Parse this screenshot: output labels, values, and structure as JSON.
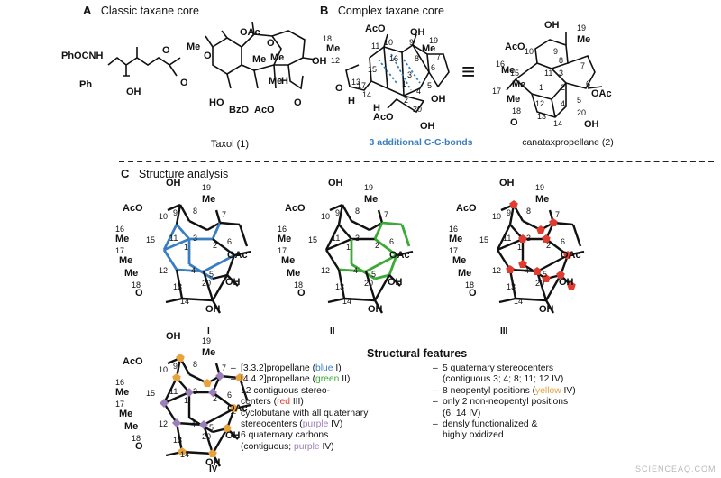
{
  "sectionA": {
    "letter": "A",
    "title": "Classic taxane core",
    "caption": "Taxol (1)"
  },
  "sectionB": {
    "letter": "B",
    "title": "Complex taxane core",
    "bonds_caption": "3 additional C-C-bonds",
    "product_caption": "canataxpropellane (2)"
  },
  "sectionC": {
    "letter": "C",
    "title": "Structure analysis"
  },
  "structure_labels": [
    "I",
    "II",
    "III",
    "IV"
  ],
  "taxol_labels": [
    "PhOCNH",
    "Ph",
    "OH",
    "OAc",
    "Me",
    "Me",
    "Me",
    "Me",
    "OH",
    "H",
    "HO",
    "BzO",
    "AcO",
    "O",
    "O",
    "O",
    "O",
    "O"
  ],
  "complexB_labels": [
    "AcO",
    "OH",
    "18",
    "Me",
    "19",
    "Me",
    "12",
    "11",
    "16",
    "10",
    "9",
    "8",
    "3",
    "15",
    "17",
    "4",
    "5",
    "6",
    "7",
    "13",
    "14",
    "1",
    "2",
    "O",
    "H",
    "H",
    "AcO",
    "20",
    "OH",
    "OH"
  ],
  "canatax_labels": [
    "OH",
    "19",
    "Me",
    "AcO",
    "10",
    "9",
    "8",
    "7",
    "16",
    "15",
    "11",
    "3",
    "6",
    "17",
    "Me",
    "Me",
    "1",
    "2",
    "OAc",
    "12",
    "4",
    "5",
    "18",
    "O",
    "13",
    "14",
    "OH",
    "Me",
    "20"
  ],
  "analysis_labels": [
    "OH",
    "19",
    "AcO",
    "10",
    "9",
    "8",
    "Me",
    "7",
    "16",
    "Me",
    "15",
    "11",
    "3",
    "2",
    "6",
    "17",
    "Me",
    "1",
    "OAc",
    "Me",
    "12",
    "4",
    "5",
    "18",
    "OH",
    "O",
    "13",
    "20",
    "14",
    "OH"
  ],
  "features_title": "Structural features",
  "features_left": [
    {
      "dash": "–",
      "parts": [
        {
          "t": "[3.3.2]propellane ("
        },
        {
          "t": "blue",
          "c": "#3a7ec0"
        },
        {
          "t": " I)"
        }
      ]
    },
    {
      "dash": "–",
      "parts": [
        {
          "t": "[4.4.2]propellane ("
        },
        {
          "t": "green",
          "c": "#3aaa35"
        },
        {
          "t": " II)"
        }
      ]
    },
    {
      "dash": "",
      "parts": [
        {
          "t": "12 contiguous stereo-"
        }
      ]
    },
    {
      "dash": "",
      "parts": [
        {
          "t": "centers ("
        },
        {
          "t": "red",
          "c": "#e03c31"
        },
        {
          "t": " III)"
        }
      ]
    },
    {
      "dash": "–",
      "parts": [
        {
          "t": "cyclobutane with all quaternary"
        }
      ]
    },
    {
      "dash": "",
      "parts": [
        {
          "t": "stereocenters ("
        },
        {
          "t": "purple",
          "c": "#9b7fb8"
        },
        {
          "t": " IV)"
        }
      ]
    },
    {
      "dash": "–",
      "parts": [
        {
          "t": "6 quaternary carbons"
        }
      ]
    },
    {
      "dash": "",
      "parts": [
        {
          "t": "(contiguous; "
        },
        {
          "t": "purple",
          "c": "#9b7fb8"
        },
        {
          "t": " IV)"
        }
      ]
    }
  ],
  "features_right": [
    {
      "dash": "–",
      "parts": [
        {
          "t": "5 quaternary stereocenters"
        }
      ]
    },
    {
      "dash": "",
      "parts": [
        {
          "t": "(contiguous 3; 4; 8; 11; 12 IV)"
        }
      ]
    },
    {
      "dash": "–",
      "parts": [
        {
          "t": "8 neopentyl positions ("
        },
        {
          "t": "yellow",
          "c": "#e8a23c"
        },
        {
          "t": " IV)"
        }
      ]
    },
    {
      "dash": "–",
      "parts": [
        {
          "t": "only 2 non-neopentyl positions"
        }
      ]
    },
    {
      "dash": "",
      "parts": [
        {
          "t": "(6; 14 IV)"
        }
      ]
    },
    {
      "dash": "–",
      "parts": [
        {
          "t": "densly functionalized &"
        }
      ]
    },
    {
      "dash": "",
      "parts": [
        {
          "t": "highly oxidized"
        }
      ]
    }
  ],
  "equiv_symbol": "≡",
  "watermark": "SCIENCEAQ.COM",
  "colors": {
    "blue": "#3a7ec0",
    "green": "#3aaa35",
    "red": "#e03c31",
    "purple": "#9b7fb8",
    "yellow": "#e8a23c",
    "ink": "#111111"
  }
}
